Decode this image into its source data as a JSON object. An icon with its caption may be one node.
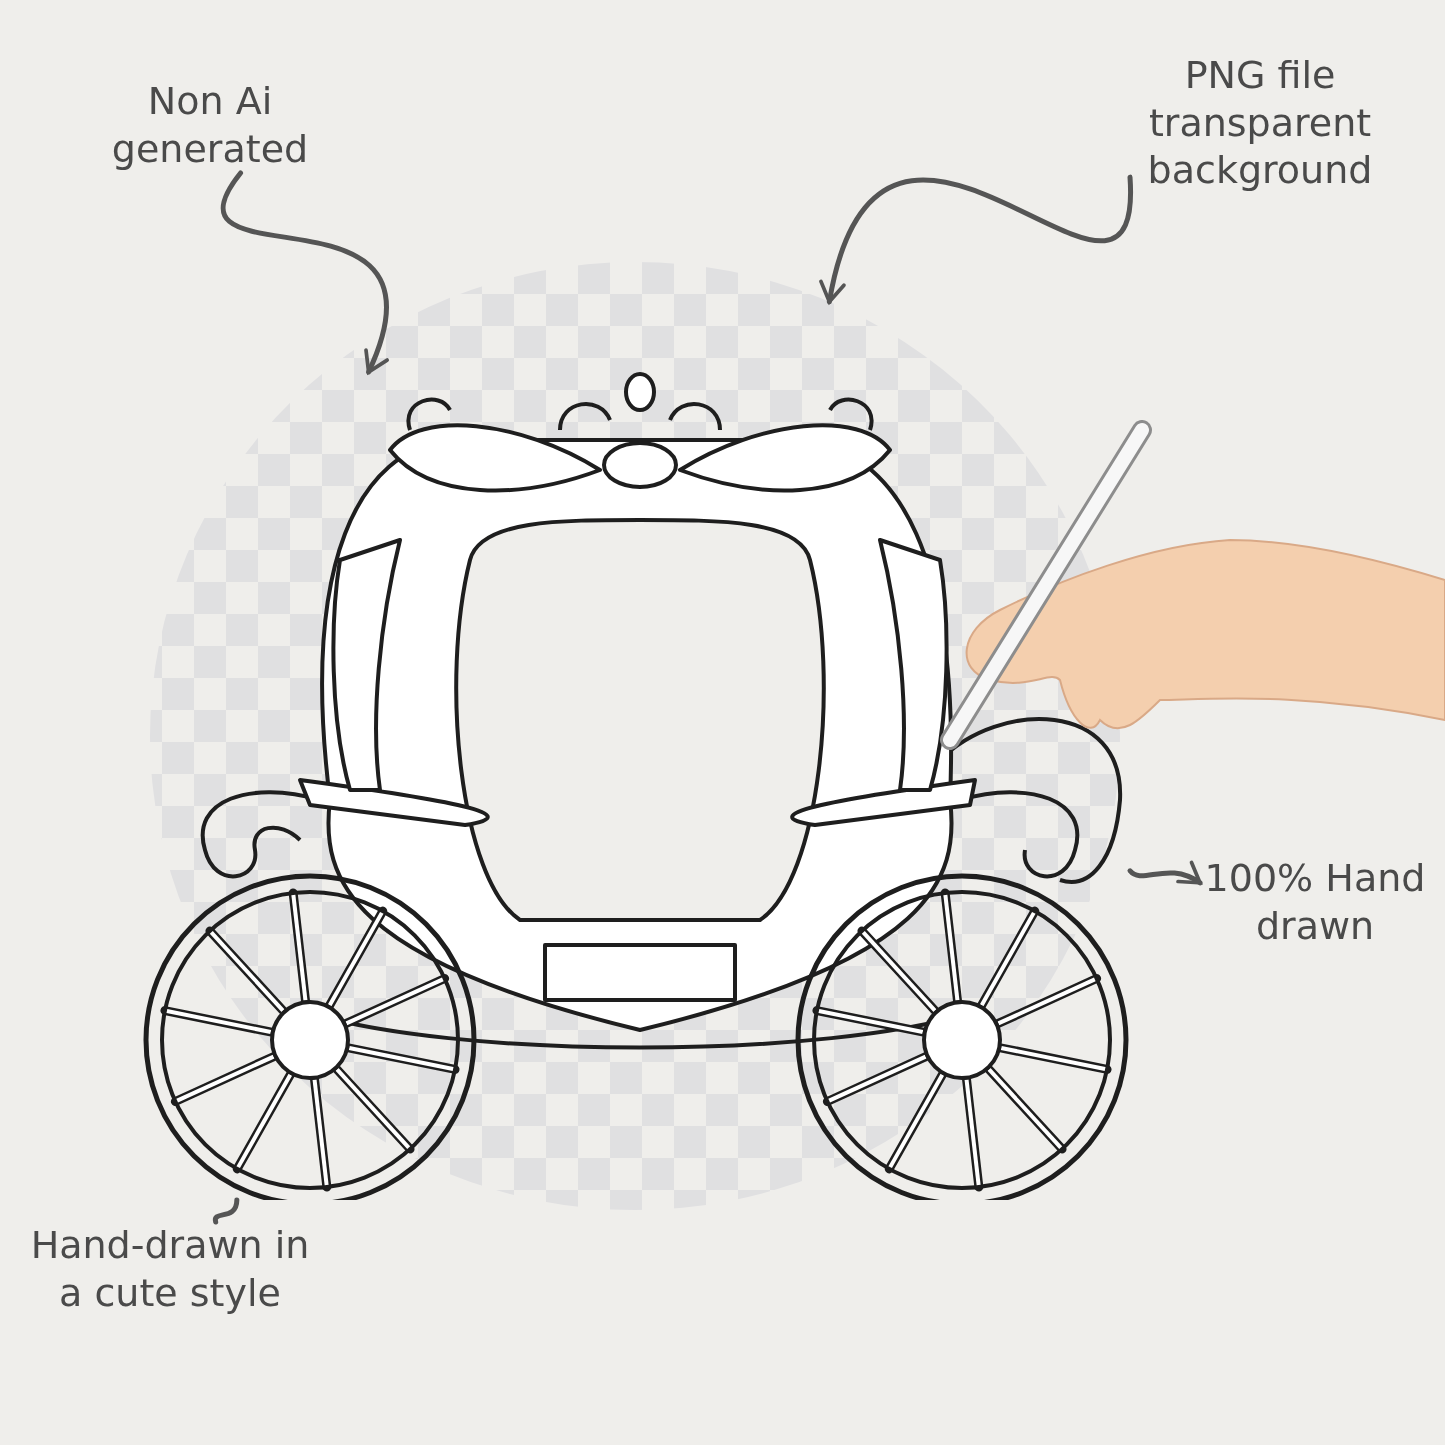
{
  "diagram": {
    "nodes": [
      {
        "text": [
          "Non Ai generated"
        ]
      },
      {
        "text": [
          "PNG file transparent background"
        ]
      },
      {
        "text": [],
        "shape": "picture"
      },
      {
        "text": [],
        "shape": "picture",
        "in": 2
      },
      {
        "text": [
          "100% Hand drawn"
        ]
      },
      {
        "text": [
          "Hand-drawn in a cute style"
        ]
      }
    ],
    "edges": [
      {
        "from": 0,
        "to": 3,
        "arrow": "to"
      },
      {
        "from": 1,
        "to": 2,
        "arrow": "to"
      },
      {
        "from": 3,
        "to": 4,
        "arrow": "to"
      },
      {
        "from": 5,
        "to": 3,
        "arrow": "none"
      }
    ]
  }
}
